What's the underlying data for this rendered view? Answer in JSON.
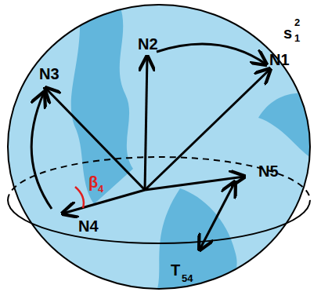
{
  "diagram": {
    "labels": [
      "N1",
      "N2",
      "N3",
      "N4",
      "N5",
      "T",
      "54",
      "β",
      "4",
      "s",
      "2",
      "1"
    ]
  }
}
